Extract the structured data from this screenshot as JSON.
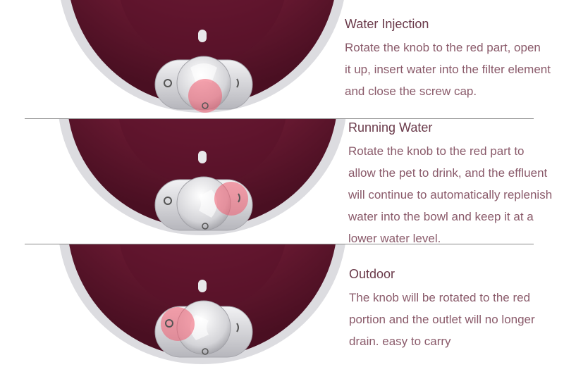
{
  "colors": {
    "body": "#6b1a33",
    "rim": "#d9d9dc",
    "knob_plate": "#c8c8cc",
    "highlight": "#f05a6e",
    "title_text": "#6a3a4a",
    "body_text": "#8a5a6a"
  },
  "icons": [
    "drop-lock-icon",
    "drop-flow-icon",
    "outlet-icon"
  ],
  "sections": [
    {
      "title": "Water Injection",
      "lines": [
        "Rotate the knob to the red part, open",
        "it up, insert water into the filter element",
        "and close the screw cap."
      ]
    },
    {
      "title": "Running Water",
      "lines": [
        "Rotate the knob to the red part to",
        "allow the pet to drink, and the effluent",
        "will continue to automatically replenish",
        "water into the bowl and keep it at a",
        "lower water level."
      ]
    },
    {
      "title": "Outdoor",
      "lines": [
        "The knob will be rotated to the red",
        "portion and the outlet will no longer",
        "drain. easy to carry"
      ]
    }
  ]
}
